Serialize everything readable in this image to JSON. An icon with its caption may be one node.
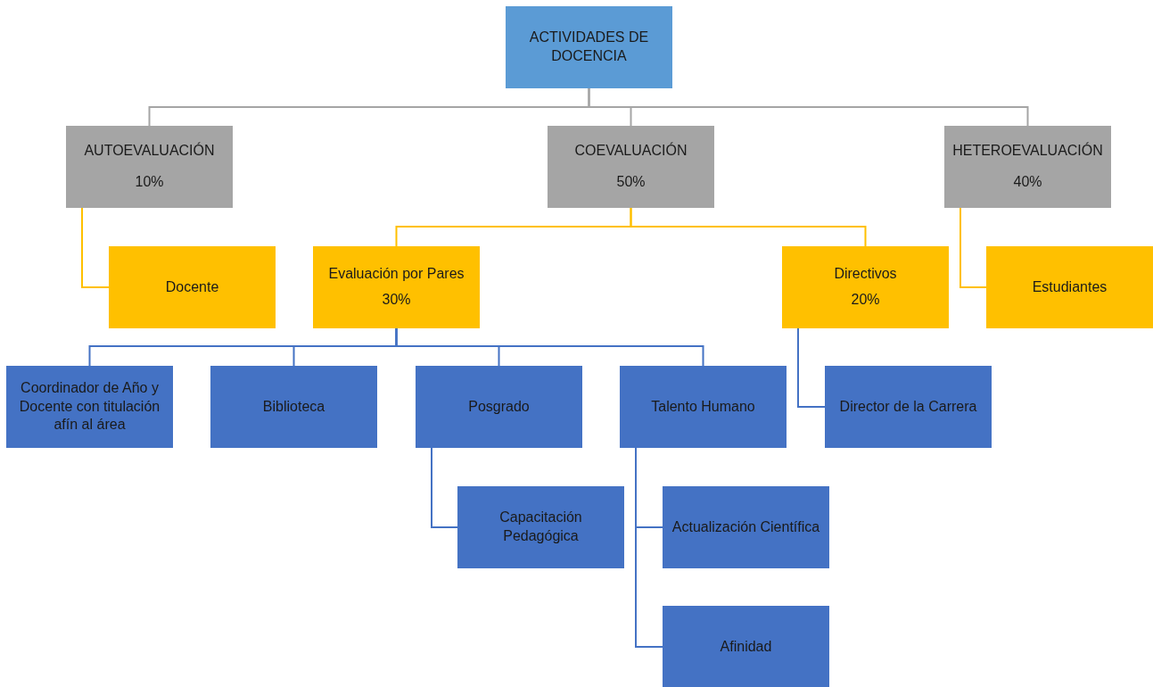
{
  "diagram": {
    "nodes": [
      {
        "text": [
          "ACTIVIDADES DE DOCENCIA"
        ]
      },
      {
        "text": [
          "AUTOEVALUACIÓN",
          "10%"
        ]
      },
      {
        "text": [
          "COEVALUACIÓN",
          "50%"
        ]
      },
      {
        "text": [
          "HETEROEVALUACIÓN",
          "40%"
        ]
      },
      {
        "text": [
          "Docente"
        ]
      },
      {
        "text": [
          "Evaluación por Pares",
          "30%"
        ]
      },
      {
        "text": [
          "Directivos",
          "20%"
        ]
      },
      {
        "text": [
          "Estudiantes"
        ]
      },
      {
        "text": [
          "Coordinador de Año y Docente con titulación afín al área"
        ]
      },
      {
        "text": [
          "Biblioteca"
        ]
      },
      {
        "text": [
          "Posgrado"
        ]
      },
      {
        "text": [
          "Talento Humano"
        ]
      },
      {
        "text": [
          "Director de la Carrera"
        ]
      },
      {
        "text": [
          "Capacitación Pedagógica"
        ]
      },
      {
        "text": [
          "Actualización Científica"
        ]
      },
      {
        "text": [
          "Afinidad"
        ]
      }
    ],
    "edges": [
      {
        "from": 0,
        "to": 1,
        "arrow": "none",
        "color": "#a5a5a5"
      },
      {
        "from": 0,
        "to": 2,
        "arrow": "none",
        "color": "#a5a5a5"
      },
      {
        "from": 0,
        "to": 3,
        "arrow": "none",
        "color": "#a5a5a5"
      },
      {
        "from": 1,
        "to": 4,
        "arrow": "none",
        "color": "#ffc000"
      },
      {
        "from": 2,
        "to": 5,
        "arrow": "none",
        "color": "#ffc000"
      },
      {
        "from": 2,
        "to": 6,
        "arrow": "none",
        "color": "#ffc000"
      },
      {
        "from": 3,
        "to": 7,
        "arrow": "none",
        "color": "#ffc000"
      },
      {
        "from": 5,
        "to": 8,
        "arrow": "none"
      },
      {
        "from": 5,
        "to": 9,
        "arrow": "none"
      },
      {
        "from": 5,
        "to": 10,
        "arrow": "none"
      },
      {
        "from": 5,
        "to": 11,
        "arrow": "none"
      },
      {
        "from": 6,
        "to": 12,
        "arrow": "none"
      },
      {
        "from": 10,
        "to": 13,
        "arrow": "none"
      },
      {
        "from": 11,
        "to": 14,
        "arrow": "none"
      },
      {
        "from": 11,
        "to": 15,
        "arrow": "none"
      }
    ]
  }
}
